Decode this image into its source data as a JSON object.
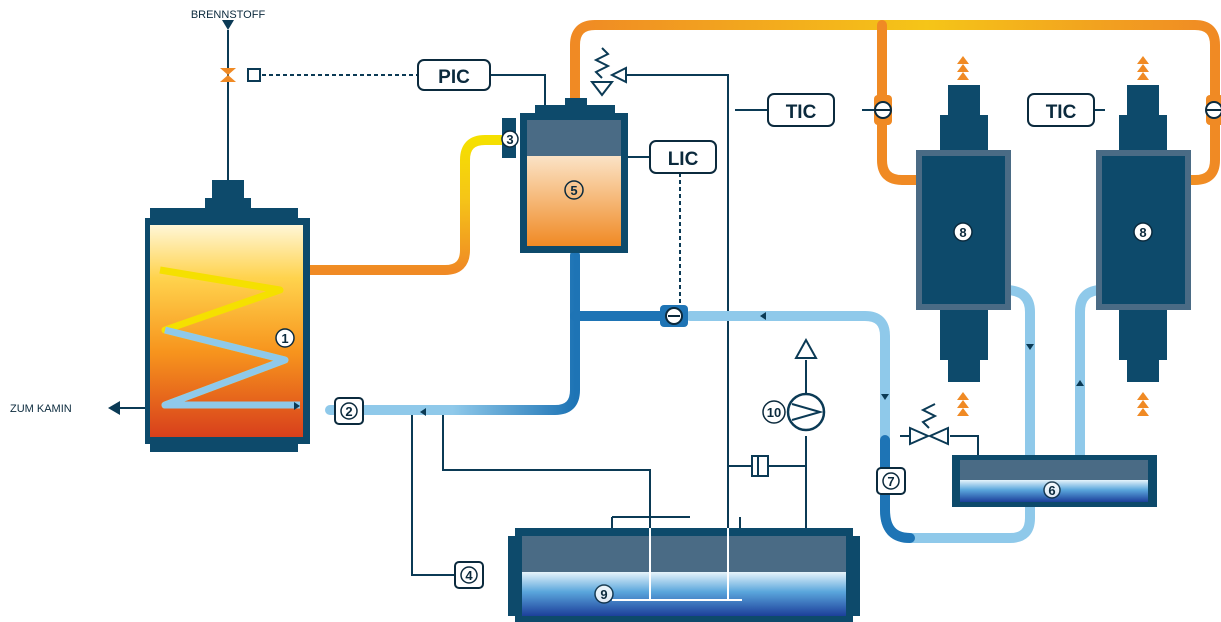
{
  "labels": {
    "fuel": "BRENNSTOFF",
    "chimney": "ZUM KAMIN"
  },
  "controllers": {
    "pic": "PIC",
    "lic": "LIC",
    "tic_left": "TIC",
    "tic_right": "TIC"
  },
  "components": {
    "n1": "1",
    "n2": "2",
    "n3": "3",
    "n4": "4",
    "n5": "5",
    "n6": "6",
    "n7": "7",
    "n8a": "8",
    "n8b": "8",
    "n9": "9",
    "n10": "10"
  },
  "colors": {
    "line": "#0b3a55",
    "hot": "#f08a24",
    "warm": "#f5c518",
    "cold": "#8fc9ea",
    "cold_dark": "#1e74b5",
    "equipment": "#0d4a6b"
  }
}
